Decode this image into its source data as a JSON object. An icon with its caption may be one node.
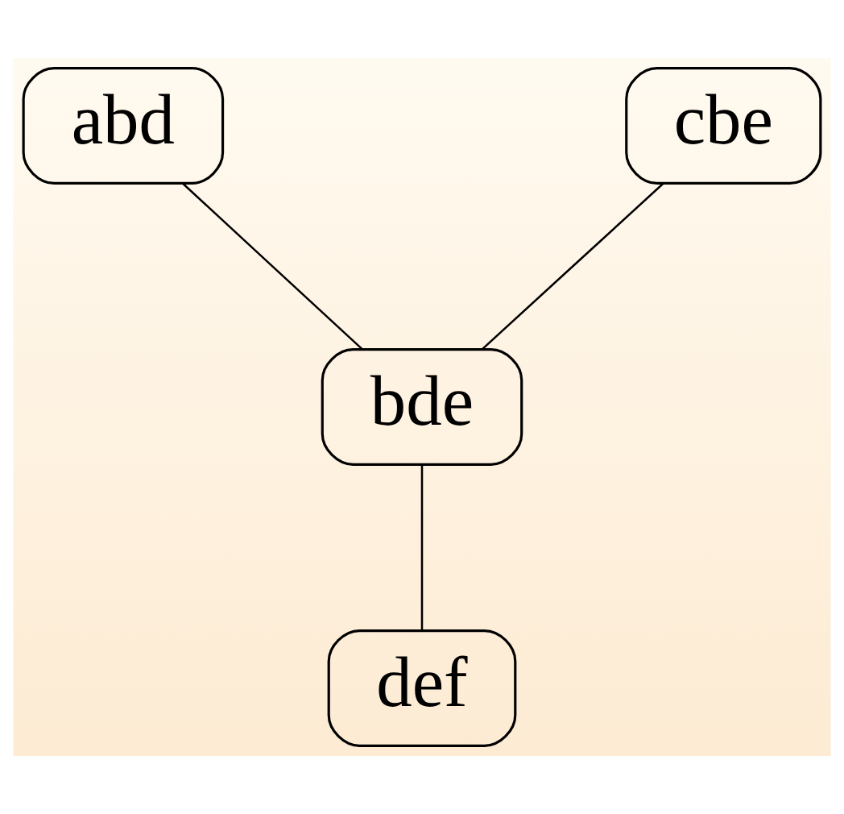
{
  "diagram": {
    "nodes": [
      {
        "text": [
          "abd"
        ]
      },
      {
        "text": [
          "cbe"
        ]
      },
      {
        "text": [
          "bde"
        ]
      },
      {
        "text": [
          "def"
        ]
      }
    ],
    "edges": [
      {
        "from": 0,
        "to": 2,
        "arrow": "none"
      },
      {
        "from": 1,
        "to": 2,
        "arrow": "none"
      },
      {
        "from": 2,
        "to": 3,
        "arrow": "none"
      }
    ]
  }
}
